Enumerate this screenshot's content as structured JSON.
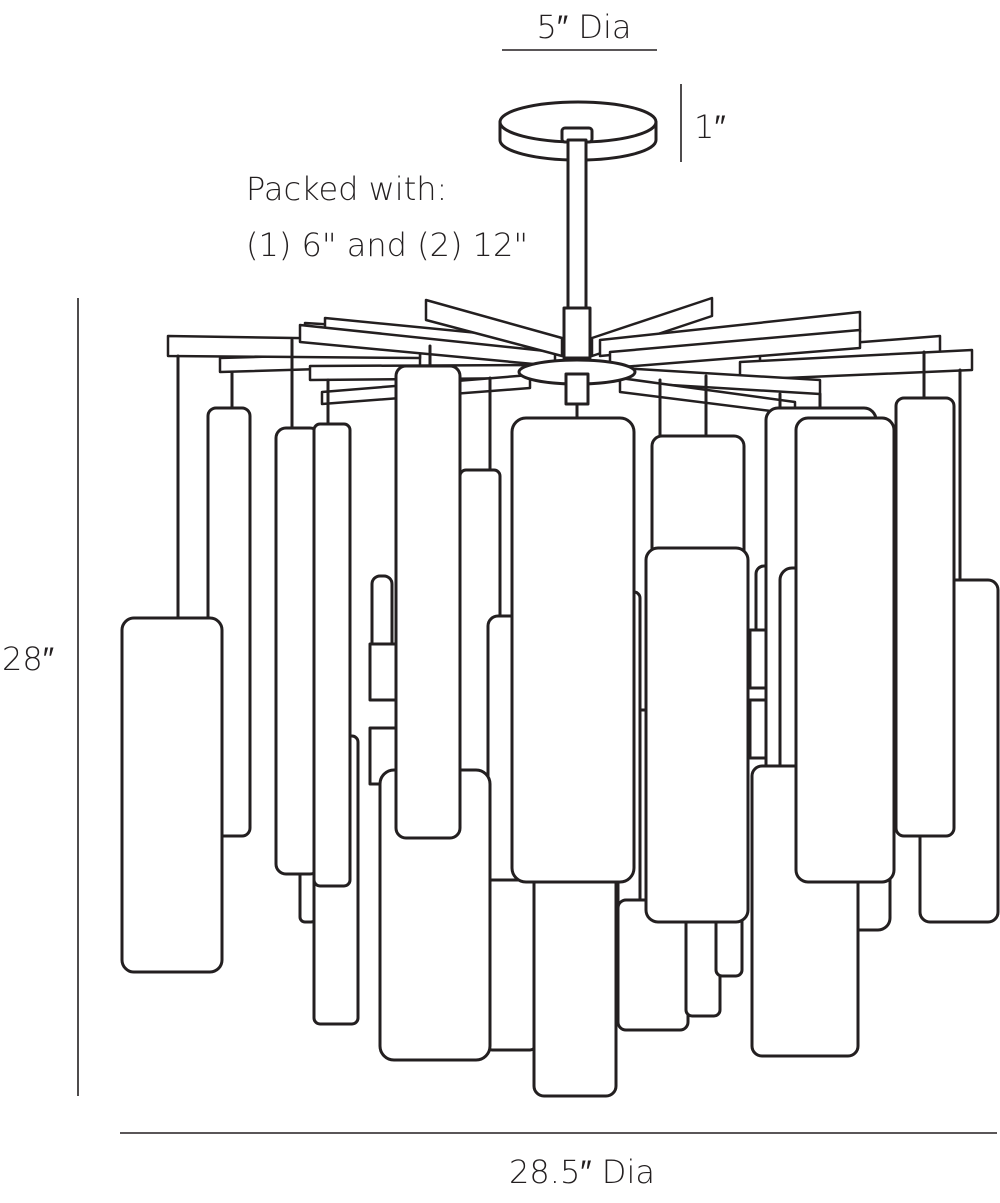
{
  "dimensions": {
    "canopy_diameter": "5″ Dia",
    "canopy_height": "1″",
    "overall_height": "28″",
    "overall_diameter": "28.5″ Dia"
  },
  "note": {
    "line1": "Packed with:",
    "line2": "(1) 6\" and (2) 12\""
  }
}
